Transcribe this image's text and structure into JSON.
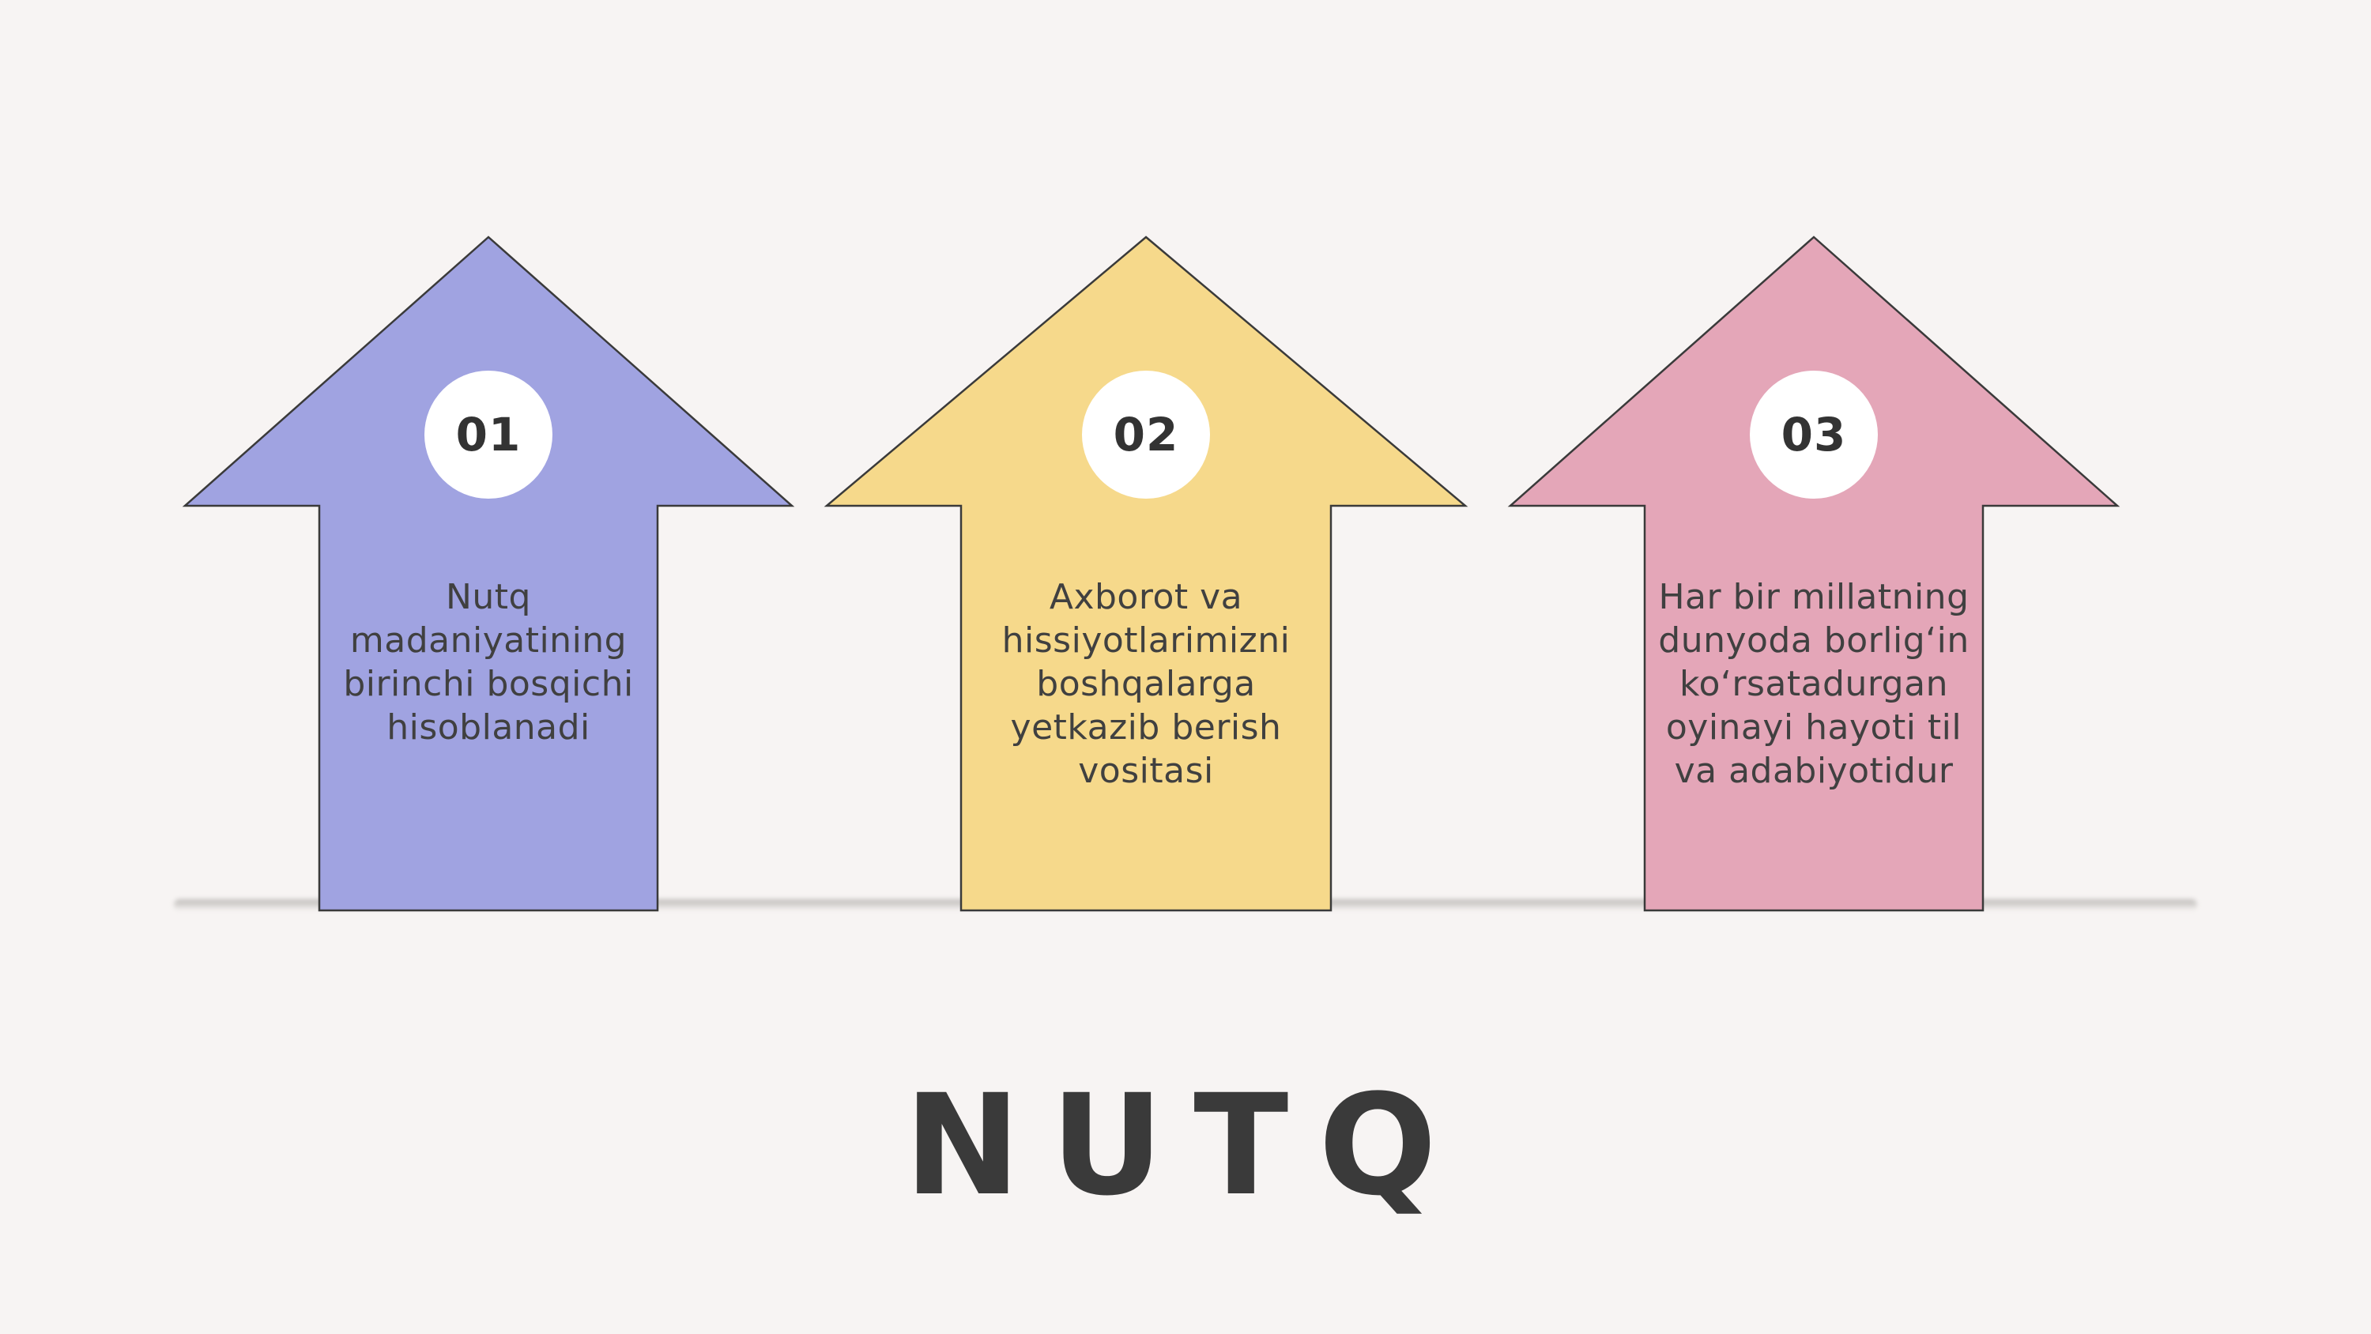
{
  "title": "NUTQ",
  "colors": {
    "background": "#f7f4f3",
    "arrow_1": "#a0a3e1",
    "arrow_2": "#f6d98b",
    "arrow_3": "#e4a6b8",
    "badge": "#ffffff",
    "text": "#404040"
  },
  "arrows": [
    {
      "number": "01",
      "text": "Nutq madaniyatining birinchi bosqichi hisoblanadi"
    },
    {
      "number": "02",
      "text": "Axborot va hissiyotlarimizni boshqalarga yetkazib berish vositasi"
    },
    {
      "number": "03",
      "text": "Har bir millatning dunyoda borlig‘in ko‘rsatadurgan oyinayi hayoti til va adabiyotidur"
    }
  ]
}
